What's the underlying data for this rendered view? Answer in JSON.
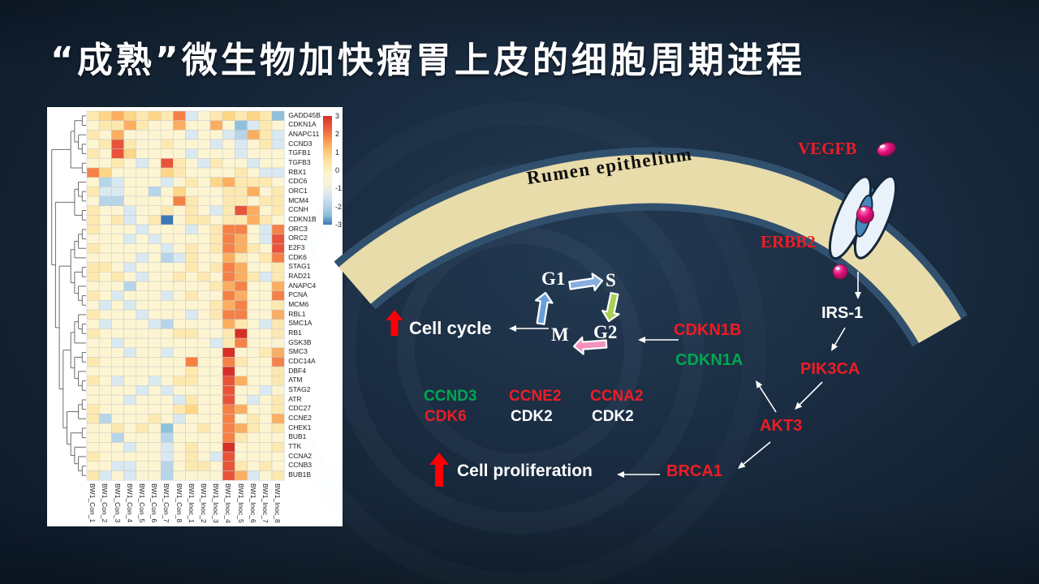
{
  "slide": {
    "title": "“成熟”微生物加快瘤胃上皮的细胞周期进程"
  },
  "chart_data": {
    "type": "heatmap",
    "rows": [
      "GADD45B",
      "CDKN1A",
      "ANAPC11",
      "CCND3",
      "TGFB1",
      "TGFB3",
      "RBX1",
      "CDC6",
      "ORC1",
      "MCM4",
      "CCNH",
      "CDKN1B",
      "ORC3",
      "ORC2",
      "E2F3",
      "CDK6",
      "STAG1",
      "RAD21",
      "ANAPC4",
      "PCNA",
      "MCM6",
      "RBL1",
      "SMC1A",
      "RB1",
      "GSK3B",
      "SMC3",
      "CDC14A",
      "DBF4",
      "ATM",
      "STAG2",
      "ATR",
      "CDC27",
      "CCNE2",
      "CHEK1",
      "BUB1",
      "TTK",
      "CCNA2",
      "CCNB3",
      "BUB1B"
    ],
    "columns": [
      "BW1_Con_1",
      "BW1_Con_2",
      "BW1_Con_3",
      "BW1_Con_4",
      "BW1_Con_5",
      "BW1_Con_6",
      "BW1_Con_7",
      "BW1_Con_8",
      "BW1_Inoc_1",
      "BW1_Inoc_2",
      "BW1_Inoc_3",
      "BW1_Inoc_4",
      "BW1_Inoc_5",
      "BW1_Inoc_6",
      "BW1_Inoc_7",
      "BW1_Inoc_8"
    ],
    "legend_ticks": [
      "3",
      "2",
      "1",
      "0",
      "-1",
      "-2",
      "-3"
    ],
    "value_range": [
      -3,
      3
    ],
    "value_key": {
      "A": -3,
      "B": -2,
      "C": -1.5,
      "D": -1,
      "E": -0.5,
      "F": 0,
      "G": 0.5,
      "H": 1,
      "I": 1.5,
      "J": 2,
      "K": 2.5,
      "L": 3
    },
    "values_encoded": [
      "GHIHGHGJDFGHGHGB",
      "FGGIGFFIFFIFBDGF",
      "GFIFFFFFDFFDCIGD",
      "FGKGFFGFFFDFDFGD",
      "GFKHFFFFDFFFDFFF",
      "FFGFDFKGFDGFFDFF",
      "JHFFFFHGFFFFGFDD",
      "FCDFFFDFGFHIGGGF",
      "GDDFFCFHFFFGGIFG",
      "FCCFFFFJGFFGGFGG",
      "GFFDFFGFGFDGKIFG",
      "GFGDFGAFGGFGGIGF",
      "GFFFDFFFDFGJJFDJ",
      "FFFDFDFFFFGJIFDK",
      "GFFFFFDFGFGJIGFK",
      "FFFFDFCDGFFIGFGJ",
      "GGFDFFFFGFGJIFFG",
      "GFGFDFFGFGFJIGDG",
      "FFFCFFFFFFGIJFFI",
      "GFDFFFDFGFFJIFFJ",
      "FDFDFFFFFFGIJFFG",
      "GFFFDFFFDFGJJFFI",
      "FDFFFDCFFFFIGFDG",
      "GFFFFFFGGFFGLFFG",
      "FFDFFFFFFFDGJFFF",
      "FFFDFFDFFFFLFFGI",
      "GFFFFFFFJFFJGFFJ",
      "FFFFFFFFGFFLFFFG",
      "GFDFFDFGGFFKIFFG",
      "FFFFDFDFFFFKFFDF",
      "FFFDFFFDGFFKFDFG",
      "GFFFFFFGHFFJIFFG",
      "GCFFFGFDFFFJFGFI",
      "FFGFGFBFFGFJIGFG",
      "FFCFFFCFFFFJGFFF",
      "FFFDFFDFGFFLFFFG",
      "GFFFFFDFGFDKFFFF",
      "FFDDFFCFGGFKGFGF",
      "GDFDFFCFFFFKIDFG"
    ],
    "colormap_stops": {
      "-3": "#3c77b7",
      "-2": "#8fc0dc",
      "-1.5": "#b7d5e9",
      "-1": "#d9e9f1",
      "-0.5": "#f2f2da",
      "0": "#fdf5d2",
      "0.5": "#fde9b0",
      "1": "#fdd687",
      "1.5": "#fbae60",
      "2": "#f58146",
      "2.5": "#e8543a",
      "3": "#d62f27"
    }
  },
  "pathway": {
    "membrane_label": "Rumen epithelium",
    "phases": {
      "g1": "G1",
      "s": "S",
      "g2": "G2",
      "m": "M"
    },
    "effects": {
      "cell_cycle": "Cell cycle",
      "cell_proliferation": "Cell proliferation"
    },
    "genes": {
      "vegfb": "VEGFB",
      "erbb2": "ERBB2",
      "irs1": "IRS-1",
      "pik3ca": "PIK3CA",
      "akt3": "AKT3",
      "brca1": "BRCA1",
      "cdkn1b": "CDKN1B",
      "cdkn1a": "CDKN1A",
      "ccnd3": "CCND3",
      "cdk6": "CDK6",
      "ccne2": "CCNE2",
      "cdk2_s": "CDK2",
      "ccna2": "CCNA2",
      "cdk2_g2": "CDK2"
    }
  },
  "colors": {
    "up_red": "#ee1c25",
    "down_green": "#00a651",
    "white_label": "#ffffff",
    "arrow_red": "#fb0006",
    "membrane_fill": "#e9dcab",
    "membrane_border": "#31506e",
    "cycle_arrow_top": "#86aede",
    "cycle_arrow_right": "#a8cf58",
    "cycle_arrow_bottom": "#f591bd",
    "cycle_arrow_left": "#6b9fd8",
    "ligand_pink": "#e5127d",
    "receptor_blue": "#4788bc"
  }
}
